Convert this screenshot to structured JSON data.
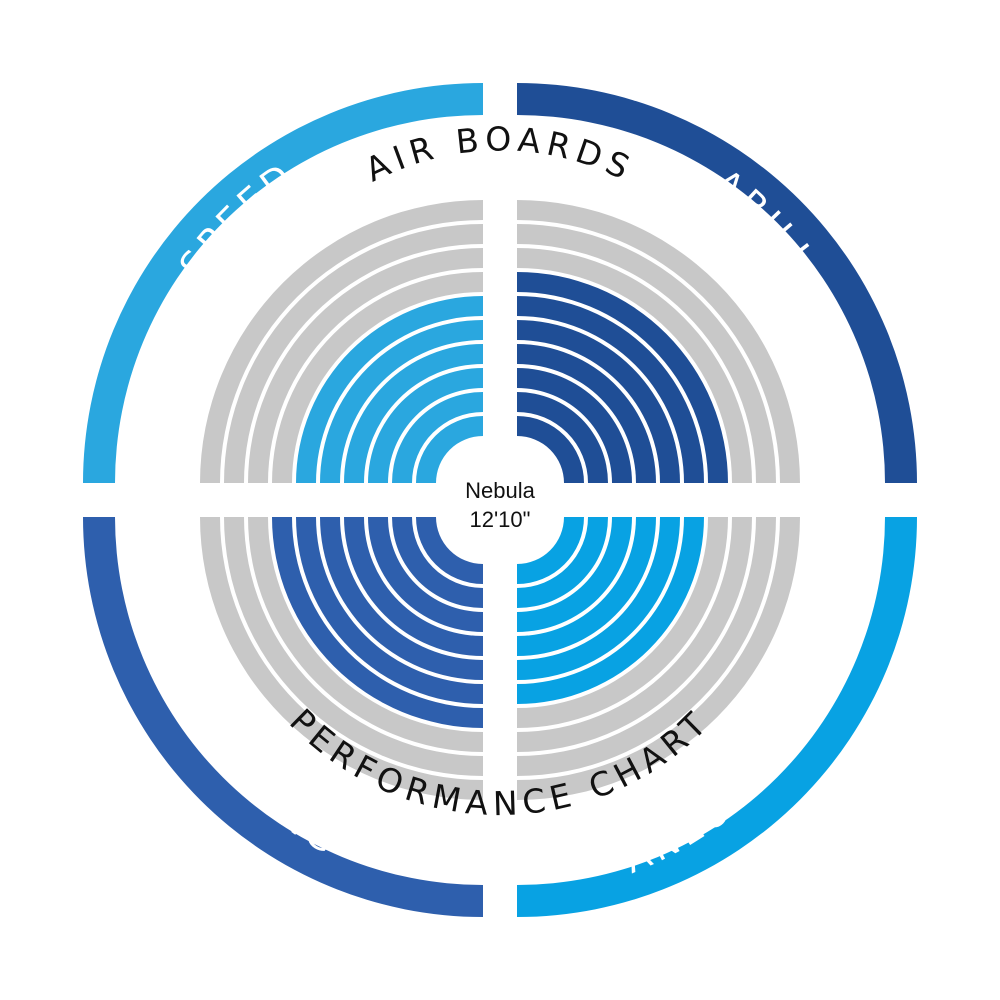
{
  "chart_data": {
    "type": "radial-bar",
    "title": "AIR BOARDS",
    "subtitle": "PERFORMANCE CHART",
    "board": {
      "name": "Nebula",
      "size": "12'10\""
    },
    "scale_max": 10,
    "series": [
      {
        "name": "SPEED",
        "quadrant": "top-left",
        "value": 6,
        "color": "#2aa7df"
      },
      {
        "name": "STABILITY",
        "quadrant": "top-right",
        "value": 7,
        "color": "#1f4e96"
      },
      {
        "name": "MANEUVERABILITY",
        "quadrant": "bottom-right",
        "value": 6,
        "color": "#08a2e3"
      },
      {
        "name": "TRACKING",
        "quadrant": "bottom-left",
        "value": 7,
        "color": "#2e5fad"
      }
    ],
    "empty_color": "#c8c8c8"
  }
}
